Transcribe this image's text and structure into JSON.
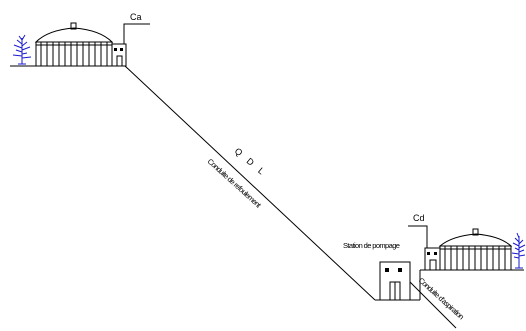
{
  "labels": {
    "ca": "Ca",
    "cd": "Cd",
    "qdl": "Q D L",
    "refoulement": "Conduite de refoulement",
    "station": "Station de pompage",
    "aspiration": "Conduite d'aspiration"
  },
  "colors": {
    "line": "#000000",
    "vegetation": "#1a1ad0",
    "background": "#ffffff"
  },
  "icons": [
    "reservoir-upper",
    "chamber-upper",
    "tree-left-icon",
    "pump-house",
    "reservoir-lower",
    "chamber-lower",
    "tree-right-icon"
  ]
}
